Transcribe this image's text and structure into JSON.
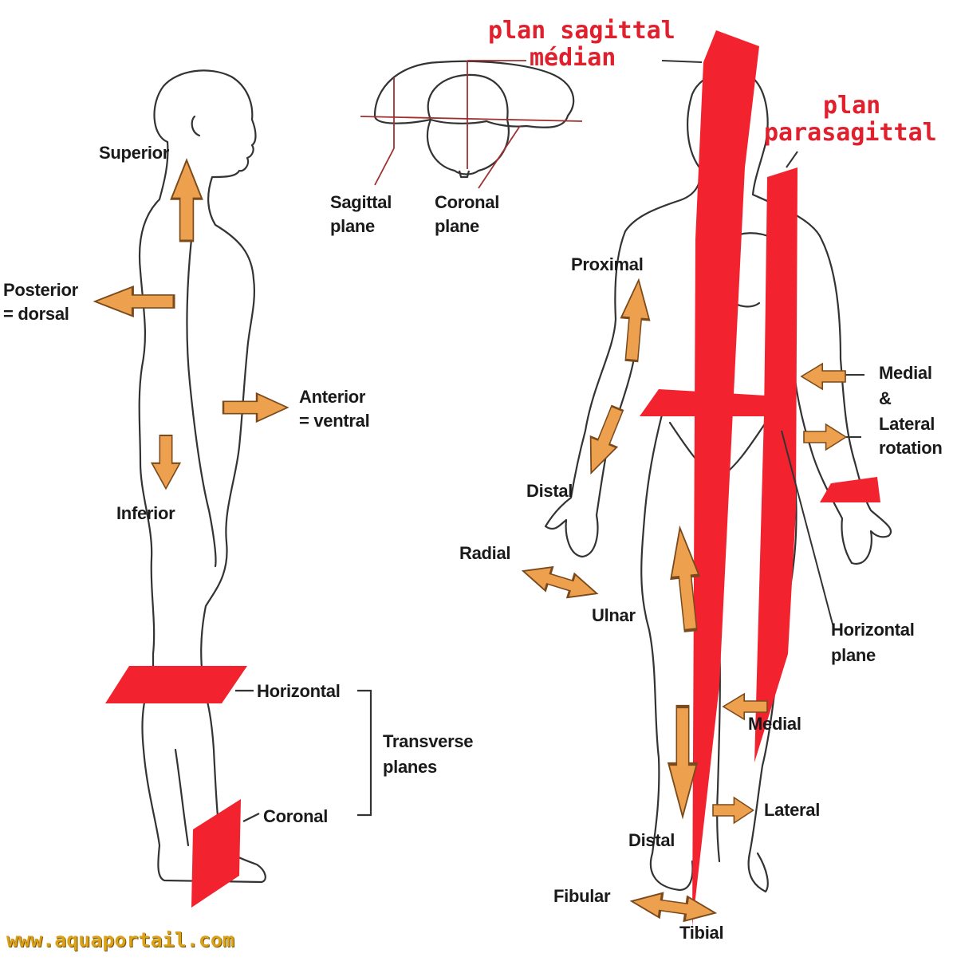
{
  "colors": {
    "plane_red": "#f2222f",
    "arrow_orange": "#eda14f",
    "arrow_outline": "#7a4a1c",
    "outline": "#333333",
    "label_red": "#e0202c",
    "watermark": "#d9a21a"
  },
  "head_view": {
    "sagittal_label": [
      "Sagittal",
      "plane"
    ],
    "coronal_label": [
      "Coronal",
      "plane"
    ]
  },
  "side_view": {
    "superior": "Superior",
    "posterior": [
      "Posterior",
      "= dorsal"
    ],
    "anterior": [
      "Anterior",
      "= ventral"
    ],
    "inferior": "Inferior",
    "horizontal": "Horizontal",
    "transverse": [
      "Transverse",
      "planes"
    ],
    "coronal": "Coronal"
  },
  "front_view": {
    "sagittal_median": [
      "plan sagittal",
      "médian"
    ],
    "parasagittal": [
      "plan",
      "parasagittal"
    ],
    "proximal": "Proximal",
    "distal_upper": "Distal",
    "radial": "Radial",
    "ulnar": "Ulnar",
    "rotation": [
      "Medial",
      "&",
      "Lateral",
      "rotation"
    ],
    "horizontal_plane": [
      "Horizontal",
      "plane"
    ],
    "medial": "Medial",
    "lateral": "Lateral",
    "distal_lower": "Distal",
    "fibular": "Fibular",
    "tibial": "Tibial"
  },
  "watermark": "www.aquaportail.com"
}
